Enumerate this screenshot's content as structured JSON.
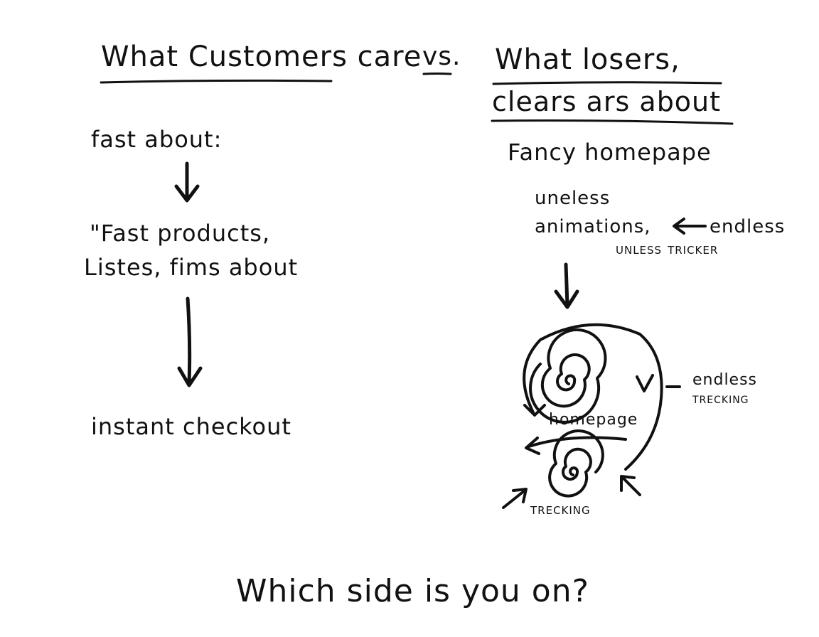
{
  "header": {
    "left_title": "What Customers care",
    "vs_label": "vs.",
    "right_title_line1": "What losers,",
    "right_title_line2": "clears ars about"
  },
  "left": {
    "intro": "fast about:",
    "item1_line1": "\"Fast products,",
    "item1_line2": "Listes, fims about",
    "item2": "instant checkout"
  },
  "right": {
    "intro": "Fancy homepape",
    "item1_line1": "uneless",
    "item1_line2": "animations,",
    "side_note_line1": "endless",
    "side_note_line2": "unless tricker",
    "spiral_top_label": "homepage",
    "spiral_side_label_line1": "endless",
    "spiral_side_label_line2": "trecking",
    "spiral_bottom_label": "trecking"
  },
  "footer": {
    "question": "Which side is you on?"
  }
}
